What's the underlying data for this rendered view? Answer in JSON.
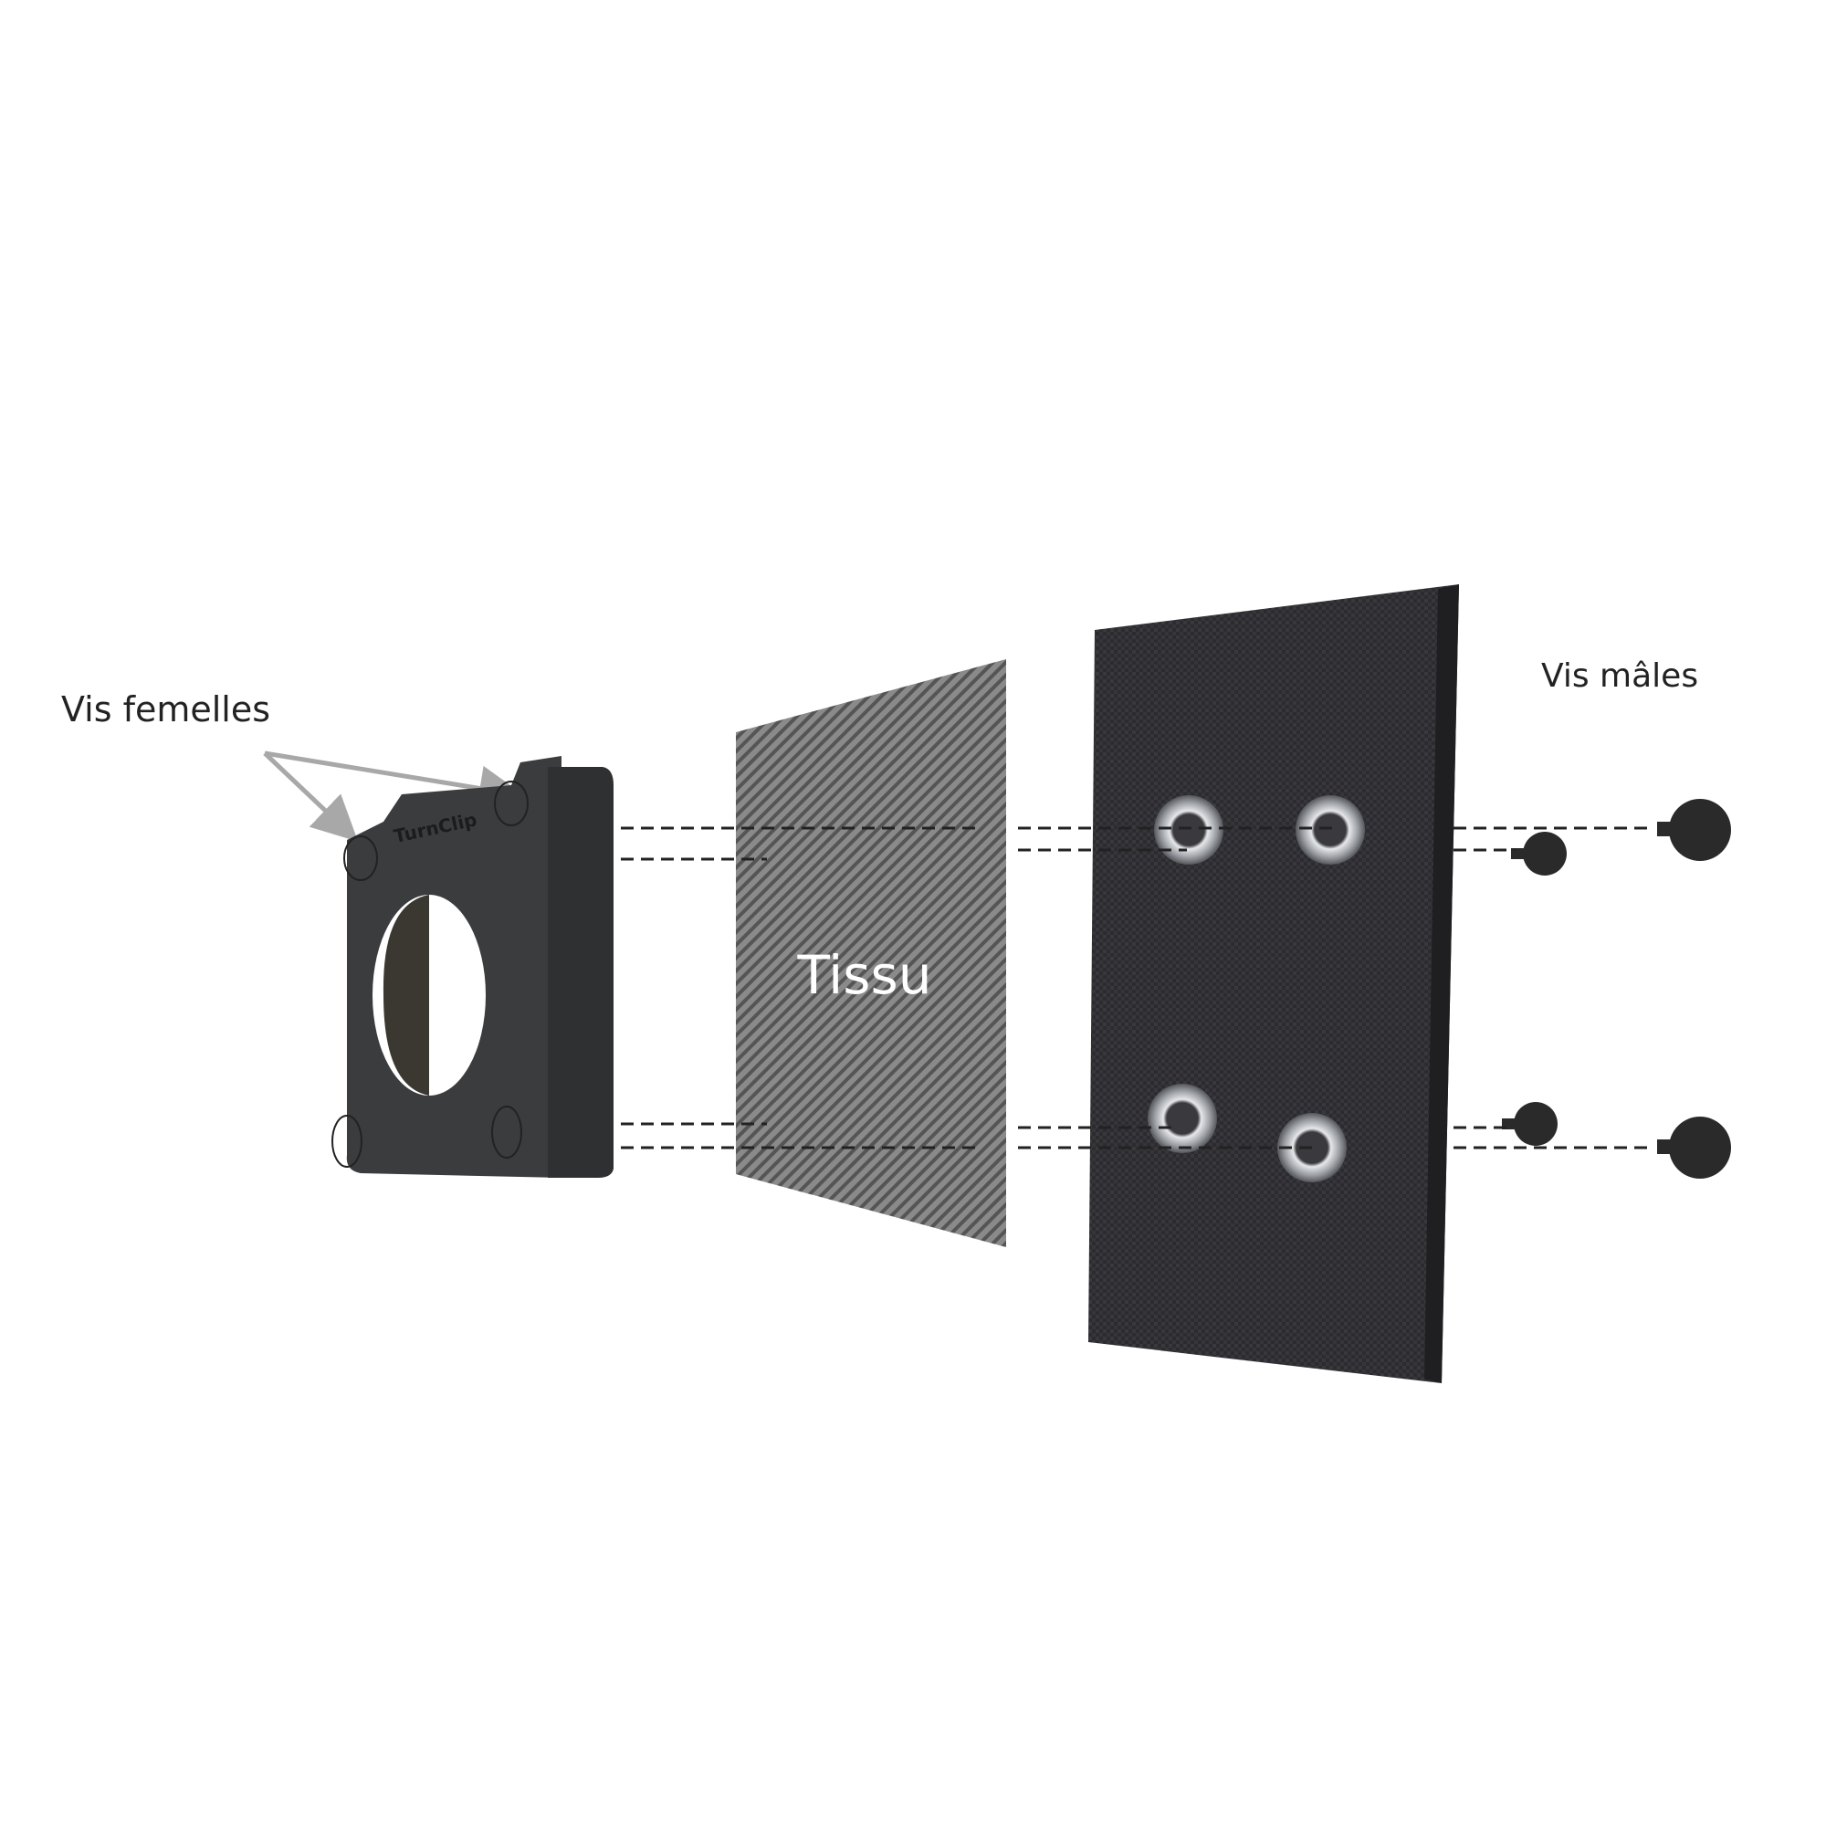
{
  "labels": {
    "female_screws": "Vis femelles",
    "fabric": "Tissu",
    "male_screws": "Vis mâles"
  },
  "clip": {
    "brand": "TurnClip"
  },
  "colors": {
    "clip": "#3a3b3d",
    "clip_side": "#2e2f30",
    "fabric_hatch": "#555555",
    "panel": "#2b2b2f",
    "grommet": "#b9bcc0",
    "arrow": "#a8a8a8",
    "dash": "#222222"
  }
}
